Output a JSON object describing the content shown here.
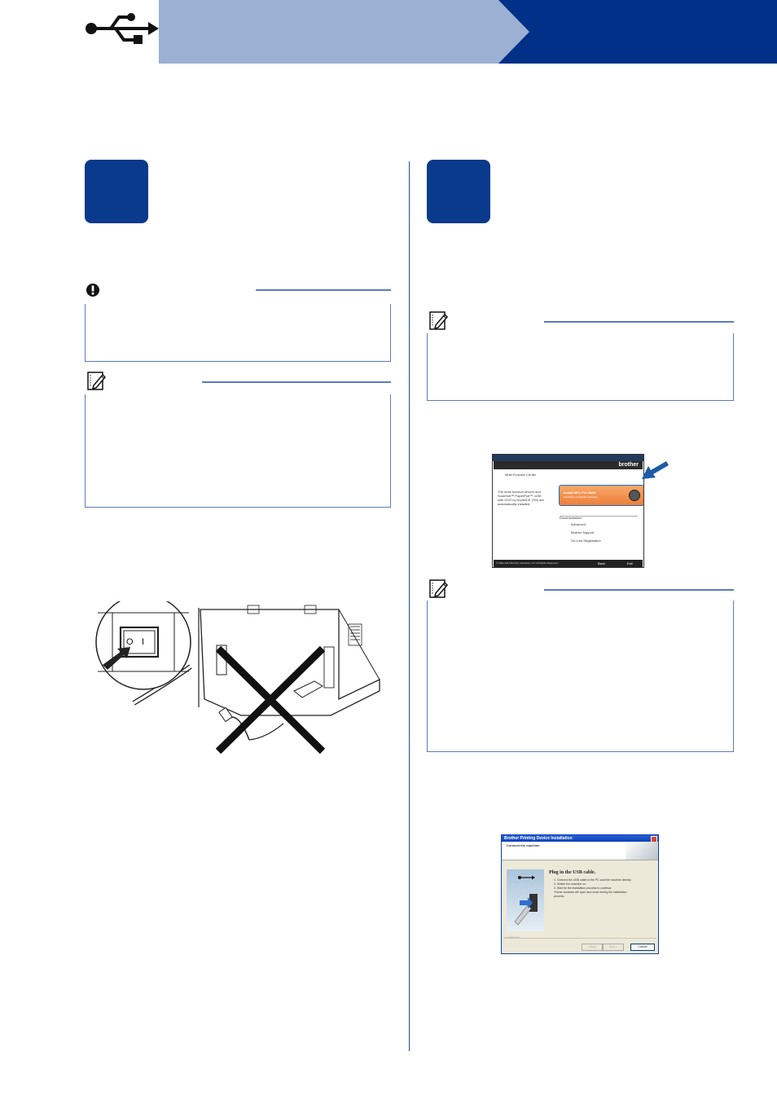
{
  "header": {
    "icon": "usb-icon",
    "colors": {
      "light": "#9bb0d3",
      "dark": "#003087"
    }
  },
  "steps": {
    "left": {
      "badge_color": "#0a3a8c"
    },
    "right": {
      "badge_color": "#0a3a8c"
    }
  },
  "boxes": {
    "important": {
      "icon": "important-icon"
    },
    "note": {
      "icon": "note-icon"
    }
  },
  "illustrations": {
    "power_switch": {
      "icon": "power-switch-icon",
      "switch_labels": [
        "O",
        "I"
      ]
    },
    "prohibited": {
      "icon": "cross-mark-icon"
    }
  },
  "screen_top_menu": {
    "title": "Multi-Function Center",
    "description": [
      "The multi-function drivers and",
      "ScanSoft™ PaperPort™ 11SE",
      "with OCR by NUANCE (TM) are",
      "automatically installed."
    ],
    "highlight_title": "Install MFL-Pro Suite",
    "highlight_sub": "Full Driver & Software Package",
    "documentation": "Documentation",
    "items": [
      "Advanced",
      "Brother Support",
      "On-Line Registration"
    ],
    "brand": "brother",
    "buttons": [
      "Back",
      "Exit"
    ],
    "copyright": "© 2001-2010 Brother Industries, Ltd. All Rights Reserved."
  },
  "screen_usb_dialog": {
    "title": "Brother Printing Device Installation",
    "subtitle": "Connect the machine",
    "heading": "Plug in the USB cable.",
    "lines": [
      "1. Connect the USB cable to the PC and the machine directly.",
      "2. Switch the machine on.",
      "3. Wait for the installation process to continue.",
      "  *Some windows will open and close during the installation",
      "  process."
    ],
    "buttons": [
      "< Back",
      "Next >",
      "Cancel"
    ],
    "footer": "InstallShield"
  }
}
